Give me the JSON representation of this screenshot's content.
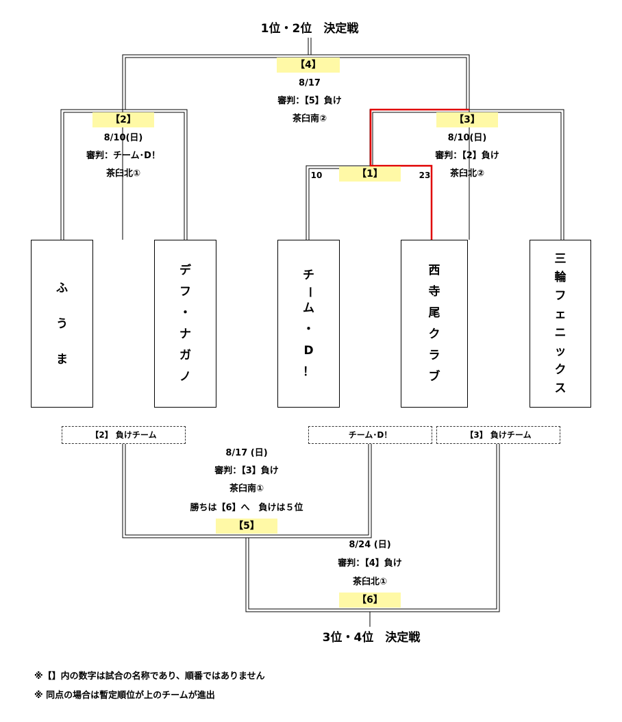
{
  "top_title": "1位・2位　決定戦",
  "bottom_title": "3位・4位　決定戦",
  "matches": {
    "m4": {
      "label": "【4】",
      "date": "8/17",
      "referee": "審判：【5】負け",
      "venue": "茶臼南②"
    },
    "m2": {
      "label": "【2】",
      "date": "8/10(日)",
      "referee": "審判：チーム･D！",
      "venue": "茶臼北①"
    },
    "m3": {
      "label": "【3】",
      "date": "8/10(日)",
      "referee": "審判：【2】負け",
      "venue": "茶臼北②"
    },
    "m1": {
      "label": "【1】",
      "score_left": "10",
      "score_right": "23"
    },
    "m5": {
      "label": "【5】",
      "date": "8/17 (日)",
      "referee": "審判：【3】負け",
      "venue": "茶臼南①",
      "note": "勝ちは【6】へ　負けは５位"
    },
    "m6": {
      "label": "【6】",
      "date": "8/24 (日)",
      "referee": "審判：【4】負け",
      "venue": "茶臼北①"
    }
  },
  "teams": [
    {
      "name": "ふうま",
      "chars": [
        "ふ",
        "う",
        "ま"
      ]
    },
    {
      "name": "デフ・ナガノ",
      "chars": [
        "デ",
        "フ",
        "・",
        "ナ",
        "ガ",
        "ノ"
      ]
    },
    {
      "name": "チーム・D！",
      "chars": [
        "チ",
        "ー",
        "ム",
        "・",
        "D",
        "！"
      ]
    },
    {
      "name": "西寺尾クラブ",
      "chars": [
        "西",
        "寺",
        "尾",
        "ク",
        "ラ",
        "ブ"
      ]
    },
    {
      "name": "三輪フェニックス",
      "chars": [
        "三",
        "輪",
        "フ",
        "ェ",
        "ニ",
        "ッ",
        "ク",
        "ス"
      ]
    }
  ],
  "lower_slots": {
    "slot_a": "【2】 負けチーム",
    "slot_b": "チーム･D！",
    "slot_c": "【3】 負けチーム"
  },
  "notes": [
    "※【】内の数字は試合の名称であり、順番ではありません",
    "※ 同点の場合は暫定順位が上のチームが進出"
  ],
  "colors": {
    "highlight": "#fff9a6",
    "winner_line": "#e00000",
    "line": "#000000"
  }
}
